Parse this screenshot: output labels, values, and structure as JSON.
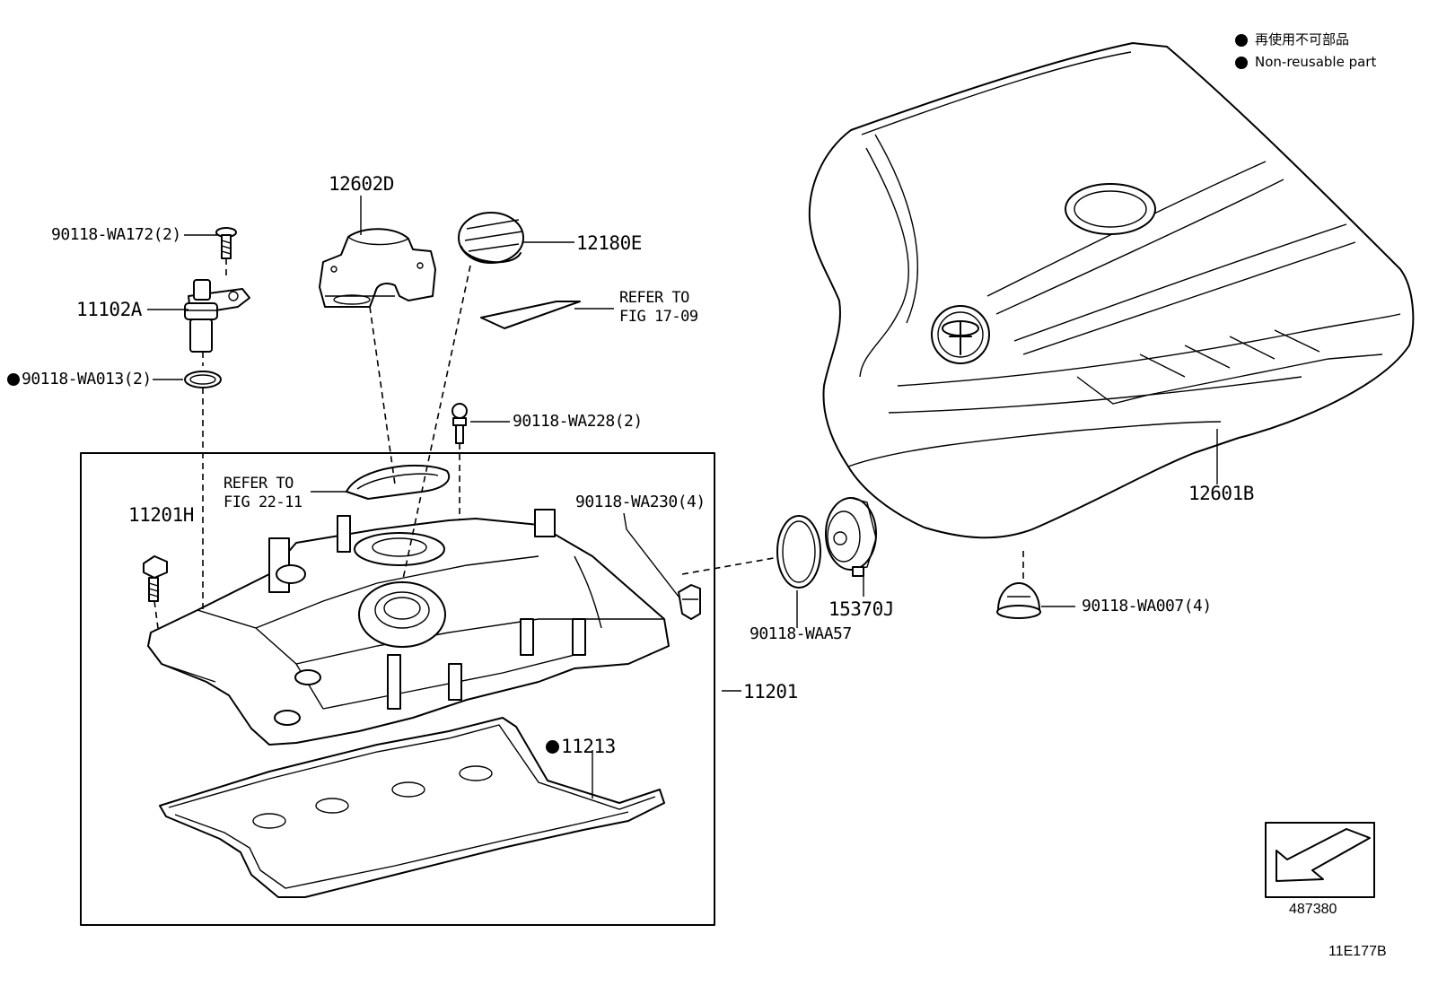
{
  "legend": {
    "items": [
      {
        "text": "再使用不可部品"
      },
      {
        "text": "Non-reusable part"
      }
    ]
  },
  "labels": {
    "bolt_wa172": "90118-WA172(2)",
    "sensor_11102a": "11102A",
    "oring_wa013": "90118-WA013(2)",
    "bracket_12602d": "12602D",
    "cap_12180e": "12180E",
    "refer_17_09_line1": "REFER TO",
    "refer_17_09_line2": "FIG 17-09",
    "stud_wa228": "90118-WA228(2)",
    "refer_22_11_line1": "REFER TO",
    "refer_22_11_line2": "FIG 22-11",
    "bolt_11201h": "11201H",
    "clip_wa230": "90118-WA230(4)",
    "cover_11201": "11201",
    "gasket_11213": "11213",
    "seal_waa57": "90118-WAA57",
    "valve_15370j": "15370J",
    "grommet_wa007": "90118-WA007(4)",
    "engine_cover_12601b": "12601B"
  },
  "corner": {
    "ref_number": "487380",
    "figure_code": "11E177B"
  },
  "non_reusable_parts": [
    "90118-WA013(2)",
    "11213"
  ]
}
